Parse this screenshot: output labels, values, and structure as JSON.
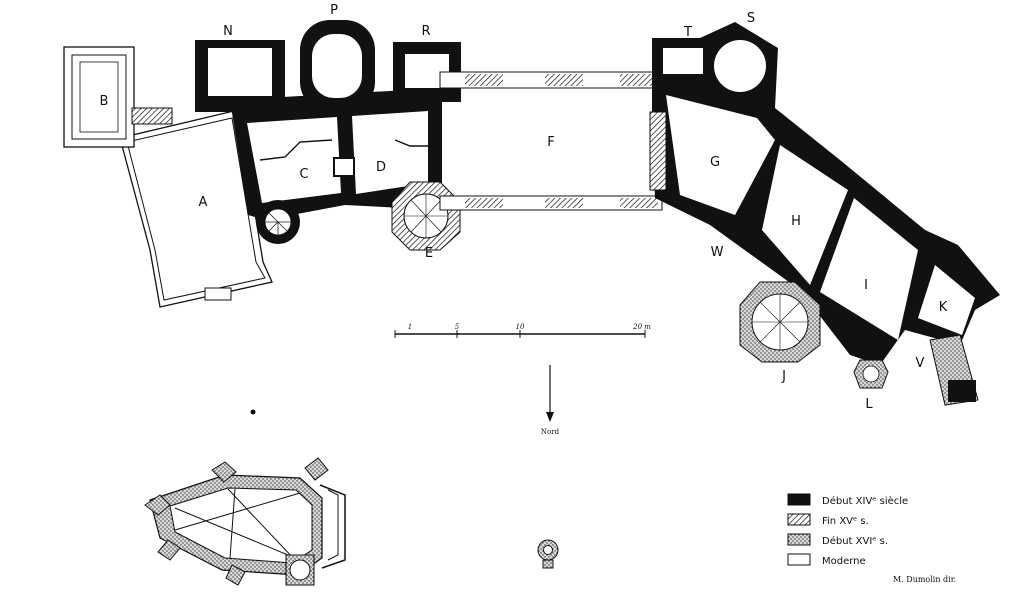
{
  "rooms": {
    "A": "A",
    "B": "B",
    "C": "C",
    "D": "D",
    "E": "E",
    "F": "F",
    "G": "G",
    "H": "H",
    "I": "I",
    "J": "J",
    "K": "K",
    "L": "L",
    "N": "N",
    "P": "P",
    "R": "R",
    "S": "S",
    "T": "T",
    "V": "V",
    "W": "W"
  },
  "scale": {
    "ticks": [
      "1",
      "5",
      "10",
      "20 m"
    ]
  },
  "north": {
    "label": "Nord"
  },
  "legend": {
    "items": [
      {
        "key": "early14",
        "label": "Début XIVᵉ siècle",
        "pattern": "solid-black"
      },
      {
        "key": "late15",
        "label": "Fin XVᵉ s.",
        "pattern": "hatched"
      },
      {
        "key": "early16",
        "label": "Début XVIᵉ s.",
        "pattern": "dotted"
      },
      {
        "key": "modern",
        "label": "Moderne",
        "pattern": "white"
      }
    ]
  },
  "credit": "M. Dumolin dir.",
  "colors": {
    "ink": "#111111",
    "paper": "#ffffff",
    "stipple": "#d9d9d9"
  }
}
